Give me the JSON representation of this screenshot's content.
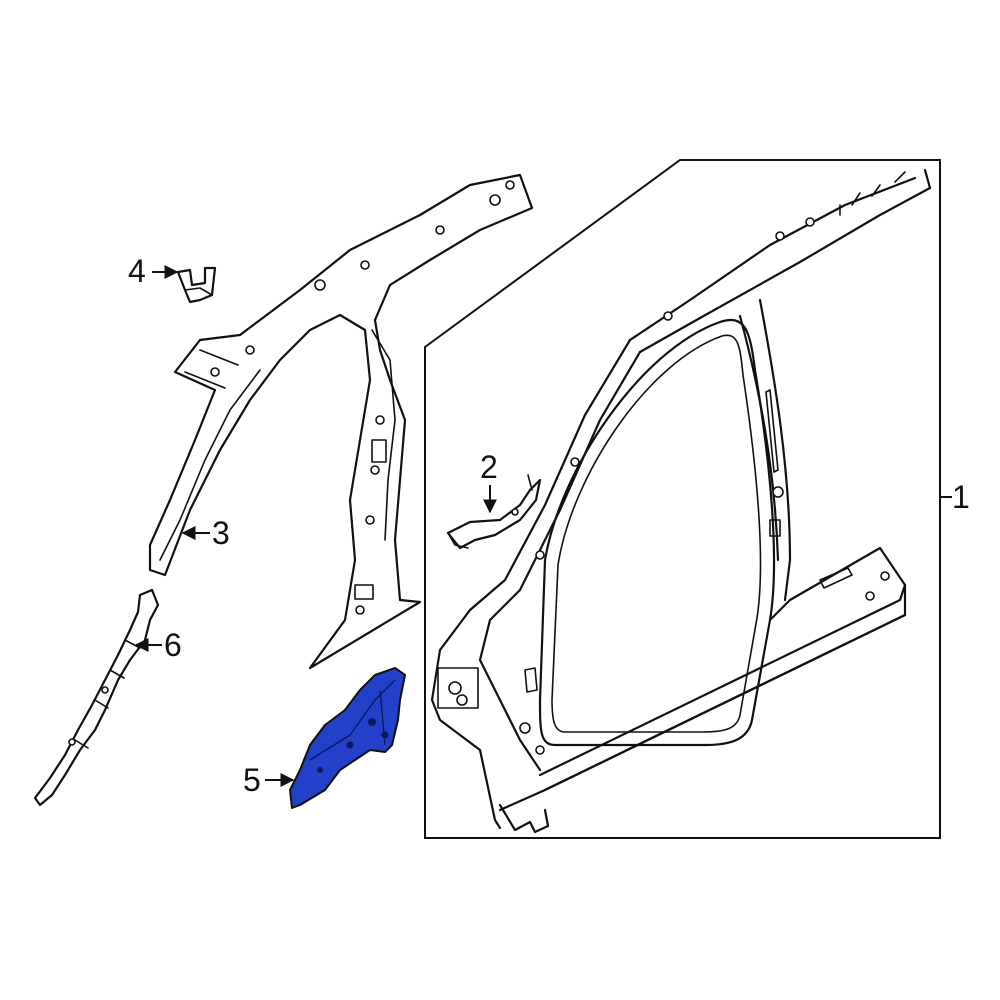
{
  "callouts": [
    {
      "id": "1",
      "label": "1"
    },
    {
      "id": "2",
      "label": "2"
    },
    {
      "id": "3",
      "label": "3"
    },
    {
      "id": "4",
      "label": "4"
    },
    {
      "id": "5",
      "label": "5"
    },
    {
      "id": "6",
      "label": "6"
    }
  ],
  "highlight": {
    "part": "5",
    "color": "#2341c8"
  }
}
